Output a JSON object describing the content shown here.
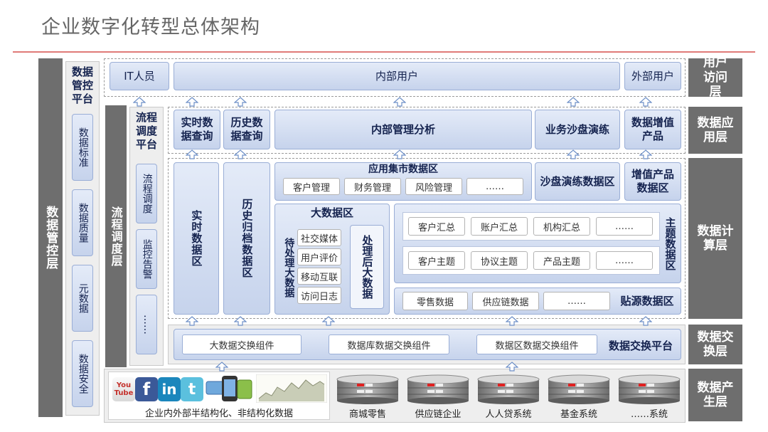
{
  "title": "企业数字化转型总体架构",
  "layers": {
    "user_access": "用户访问层",
    "data_app": "数据应用层",
    "data_compute": "数据计算层",
    "data_exchange": "数据交换层",
    "data_produce": "数据产生层",
    "data_governance": "数据管控层",
    "flow_schedule": "流程调度层"
  },
  "governance": {
    "title": "数据管控平台",
    "items": [
      "数据标准",
      "数据质量",
      "元数据",
      "数据安全"
    ]
  },
  "flow": {
    "title": "流程调度平台",
    "items": [
      "流程调度",
      "监控告警",
      "……"
    ]
  },
  "users": {
    "it": "IT人员",
    "internal": "内部用户",
    "external": "外部用户"
  },
  "apps": {
    "realtime_query": "实时数据查询",
    "history_query": "历史数据查询",
    "internal_mgmt": "内部管理分析",
    "sandbox": "业务沙盘演练",
    "value_added": "数据增值产品"
  },
  "compute": {
    "realtime_zone": "实时数据区",
    "history_zone": "历史归档数据区",
    "mart": {
      "title": "应用集市数据区",
      "items": [
        "客户管理",
        "财务管理",
        "风险管理",
        "……"
      ]
    },
    "sandbox_zone": "沙盘演练数据区",
    "value_zone": "增值产品数据区",
    "bigdata": {
      "title": "大数据区",
      "pending": "待处理大数据",
      "items": [
        "社交媒体",
        "用户评价",
        "移动互联",
        "访问日志"
      ],
      "processed": "处理后大数据"
    },
    "topic": {
      "title": "主题数据区",
      "row1": [
        "客户汇总",
        "账户汇总",
        "机构汇总",
        "……"
      ],
      "row2": [
        "客户主题",
        "协议主题",
        "产品主题",
        "……"
      ]
    },
    "source": {
      "title": "贴源数据区",
      "items": [
        "零售数据",
        "供应链数据",
        "……"
      ]
    }
  },
  "exchange": {
    "title": "数据交换平台",
    "items": [
      "大数据交换组件",
      "数据库数据交换组件",
      "数据区数据交换组件"
    ]
  },
  "produce": {
    "external_caption": "企业内外部半结构化、非结构化数据",
    "social_icons": [
      "You Tube",
      "f",
      "in",
      "t"
    ],
    "systems": [
      "商城零售",
      "供应链企业",
      "人人贷系统",
      "基金系统",
      "……系统"
    ]
  },
  "colors": {
    "layer_gray": "#6e6e6e",
    "box_blue": "#c6d3ec",
    "text_navy": "#15234f",
    "title_red_line": "#e07a78"
  }
}
